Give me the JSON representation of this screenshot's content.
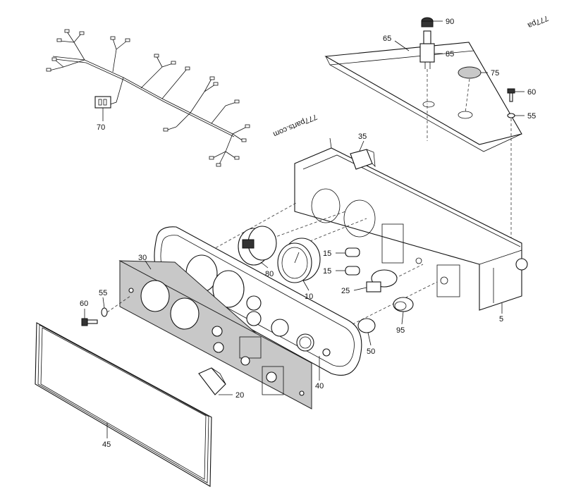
{
  "watermarks": {
    "center": "777parts.com",
    "corner": "777pa"
  },
  "callouts": {
    "c5": "5",
    "c10": "10",
    "c15a": "15",
    "c15b": "15",
    "c20": "20",
    "c25": "25",
    "c30": "30",
    "c35": "35",
    "c40": "40",
    "c45": "45",
    "c50": "50",
    "c55a": "55",
    "c55b": "55",
    "c60a": "60",
    "c60b": "60",
    "c65": "65",
    "c70": "70",
    "c75": "75",
    "c80": "80",
    "c85": "85",
    "c90": "90",
    "c95": "95"
  }
}
